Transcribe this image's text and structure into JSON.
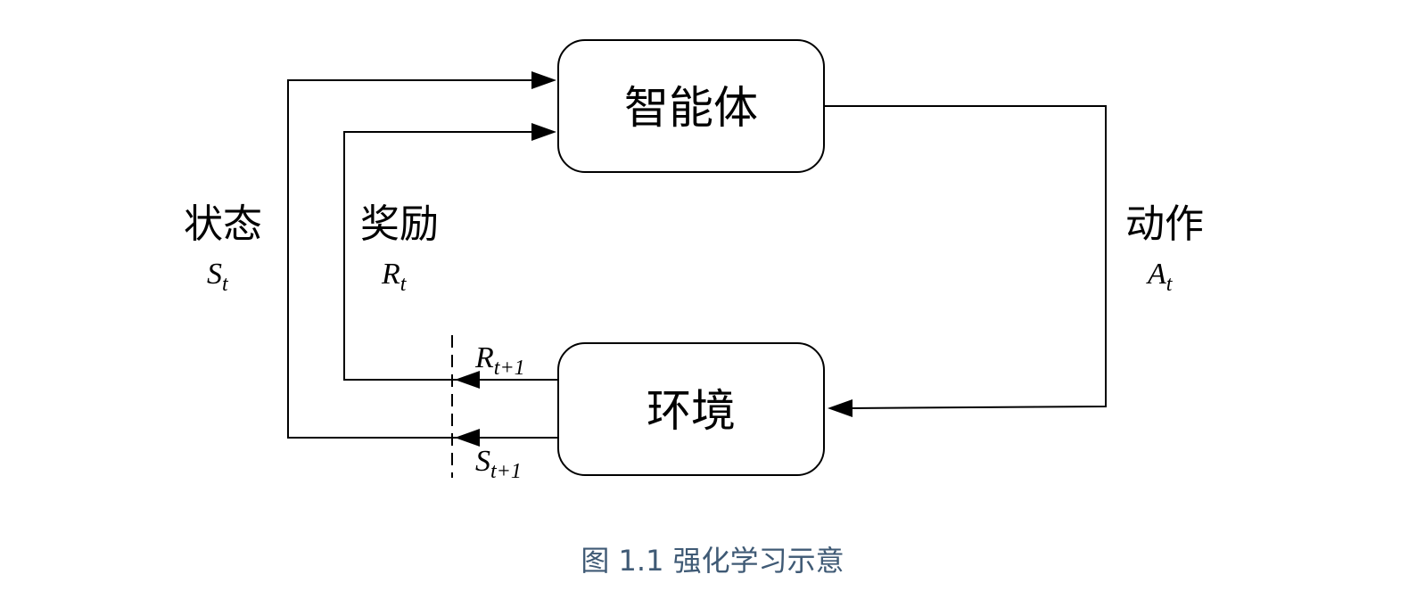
{
  "nodes": {
    "agent": "智能体",
    "environment": "环境"
  },
  "edges": {
    "state": {
      "label": "状态",
      "symbol": "S",
      "subscript": "t"
    },
    "reward": {
      "label": "奖励",
      "symbol": "R",
      "subscript": "t"
    },
    "action": {
      "label": "动作",
      "symbol": "A",
      "subscript": "t"
    },
    "next_reward": {
      "symbol": "R",
      "subscript": "t+1"
    },
    "next_state": {
      "symbol": "S",
      "subscript": "t+1"
    }
  },
  "caption": "图 1.1 强化学习示意"
}
